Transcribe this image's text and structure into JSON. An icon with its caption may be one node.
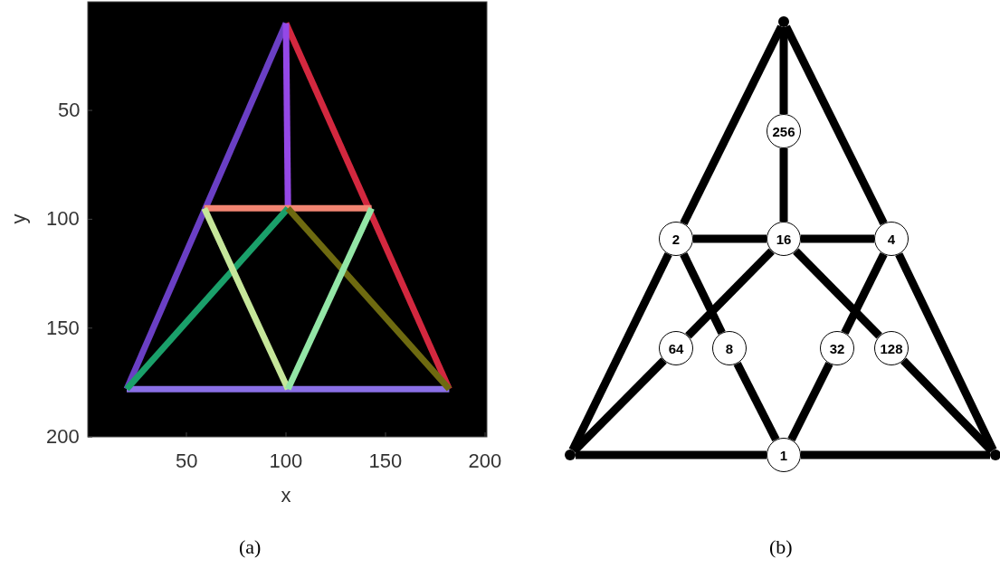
{
  "diagram": {
    "nodes": [
      {
        "text": [],
        "shape": "point"
      },
      {
        "text": [
          "256"
        ]
      },
      {
        "text": [
          "2"
        ]
      },
      {
        "text": [
          "16"
        ]
      },
      {
        "text": [
          "4"
        ]
      },
      {
        "text": [
          "64"
        ]
      },
      {
        "text": [
          "8"
        ]
      },
      {
        "text": [
          "32"
        ]
      },
      {
        "text": [
          "128"
        ]
      },
      {
        "text": [],
        "shape": "point"
      },
      {
        "text": [
          "1"
        ]
      },
      {
        "text": [],
        "shape": "point"
      }
    ],
    "edges": [
      {
        "from": 0,
        "to": 1,
        "arrow": "none"
      },
      {
        "from": 1,
        "to": 3,
        "arrow": "none"
      },
      {
        "from": 0,
        "to": 2,
        "arrow": "none"
      },
      {
        "from": 2,
        "to": 9,
        "arrow": "none"
      },
      {
        "from": 0,
        "to": 4,
        "arrow": "none"
      },
      {
        "from": 4,
        "to": 11,
        "arrow": "none"
      },
      {
        "from": 2,
        "to": 3,
        "arrow": "none"
      },
      {
        "from": 3,
        "to": 4,
        "arrow": "none"
      },
      {
        "from": 9,
        "to": 10,
        "arrow": "none"
      },
      {
        "from": 10,
        "to": 11,
        "arrow": "none"
      },
      {
        "from": 9,
        "to": 5,
        "arrow": "none"
      },
      {
        "from": 5,
        "to": 3,
        "arrow": "none"
      },
      {
        "from": 3,
        "to": 8,
        "arrow": "none"
      },
      {
        "from": 8,
        "to": 11,
        "arrow": "none"
      },
      {
        "from": 2,
        "to": 6,
        "arrow": "none"
      },
      {
        "from": 6,
        "to": 10,
        "arrow": "none"
      },
      {
        "from": 4,
        "to": 7,
        "arrow": "none"
      },
      {
        "from": 7,
        "to": 10,
        "arrow": "none"
      }
    ],
    "labels": [
      "50",
      "100",
      "150",
      "200",
      "y",
      "50",
      "100",
      "150",
      "200",
      "x",
      "(a)",
      "(b)"
    ]
  }
}
